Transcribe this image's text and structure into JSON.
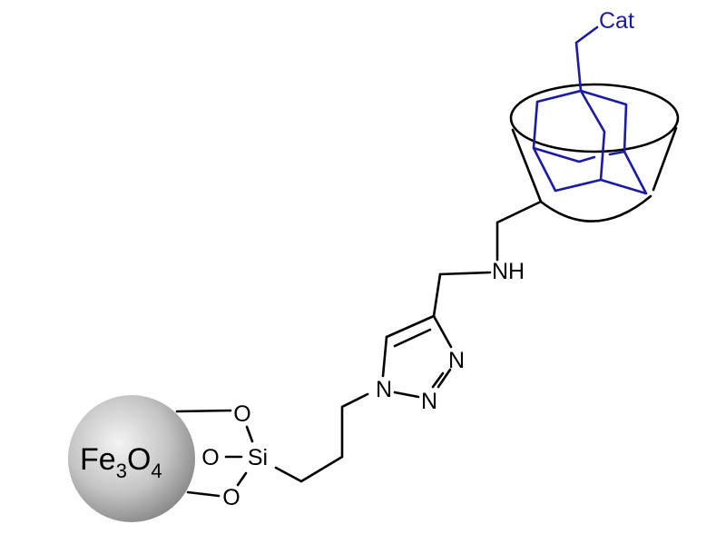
{
  "diagram": {
    "type": "chemical-structure",
    "core": {
      "element": "Fe",
      "sub1": "3",
      "oxygen": "O",
      "sub2": "4"
    },
    "linker_atoms": {
      "o_top": "O",
      "o_middle": "O",
      "o_bottom": "O",
      "silicon": "Si"
    },
    "triazole_atoms": {
      "n1": "N",
      "n2": "N",
      "n3": "N"
    },
    "amine": "NH",
    "guest_label": "Cat",
    "colors": {
      "host": "#000000",
      "guest": "#1a1aa8",
      "sphere": "#b8b8b8"
    }
  }
}
